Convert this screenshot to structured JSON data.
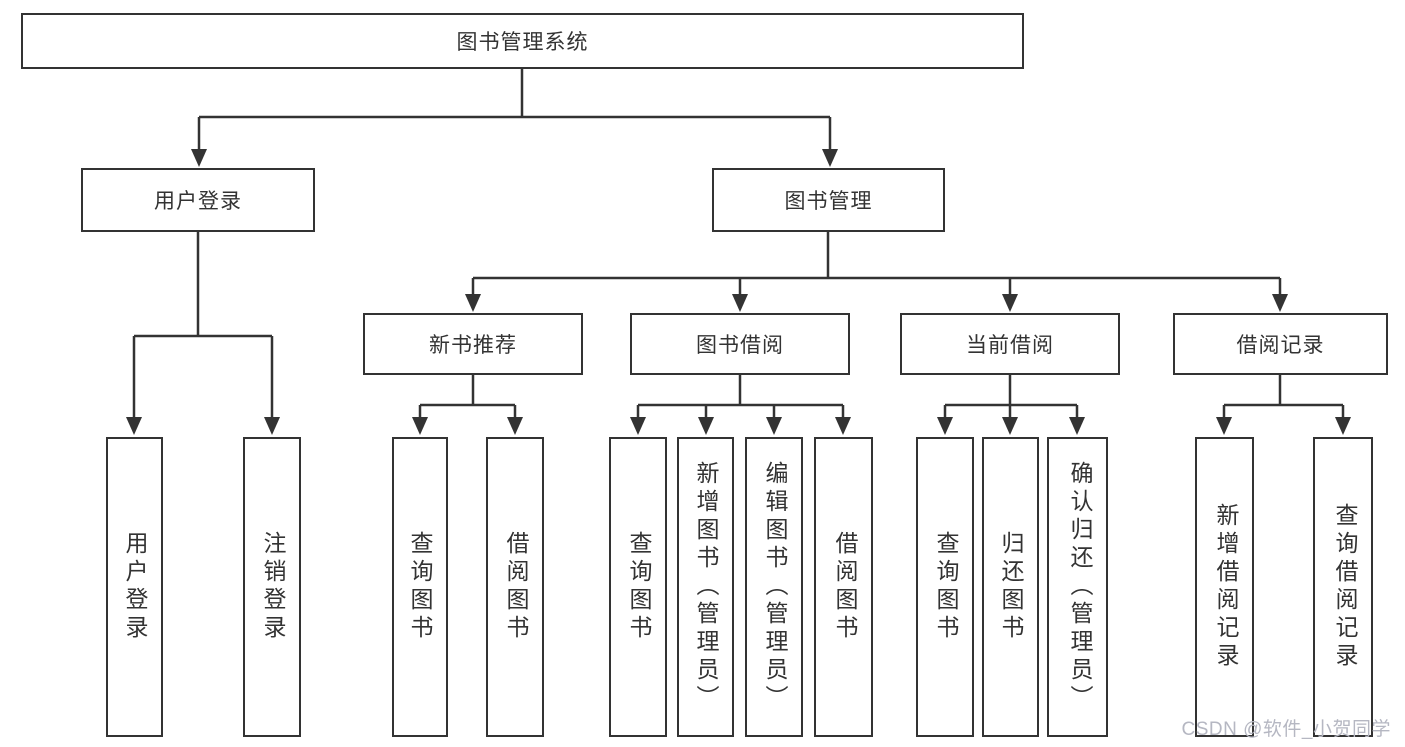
{
  "diagram": {
    "root": {
      "label": "图书管理系统"
    },
    "user_login": {
      "label": "用户登录",
      "children": [
        {
          "label": "用户登录"
        },
        {
          "label": "注销登录"
        }
      ]
    },
    "book_mgmt": {
      "label": "图书管理",
      "sections": [
        {
          "label": "新书推荐",
          "children": [
            {
              "label": "查询图书"
            },
            {
              "label": "借阅图书"
            }
          ]
        },
        {
          "label": "图书借阅",
          "children": [
            {
              "label": "查询图书"
            },
            {
              "label": "新增图书（管理员）"
            },
            {
              "label": "编辑图书（管理员）"
            },
            {
              "label": "借阅图书"
            }
          ]
        },
        {
          "label": "当前借阅",
          "children": [
            {
              "label": "查询图书"
            },
            {
              "label": "归还图书"
            },
            {
              "label": "确认归还（管理员）"
            }
          ]
        },
        {
          "label": "借阅记录",
          "children": [
            {
              "label": "新增借阅记录"
            },
            {
              "label": "查询借阅记录"
            }
          ]
        }
      ]
    },
    "colors": {
      "line": "#333333",
      "box_background": "#ffffff",
      "text": "#333333",
      "watermark": "#b5b7c2"
    }
  },
  "watermark": {
    "text": "CSDN @软件_小贺同学"
  }
}
